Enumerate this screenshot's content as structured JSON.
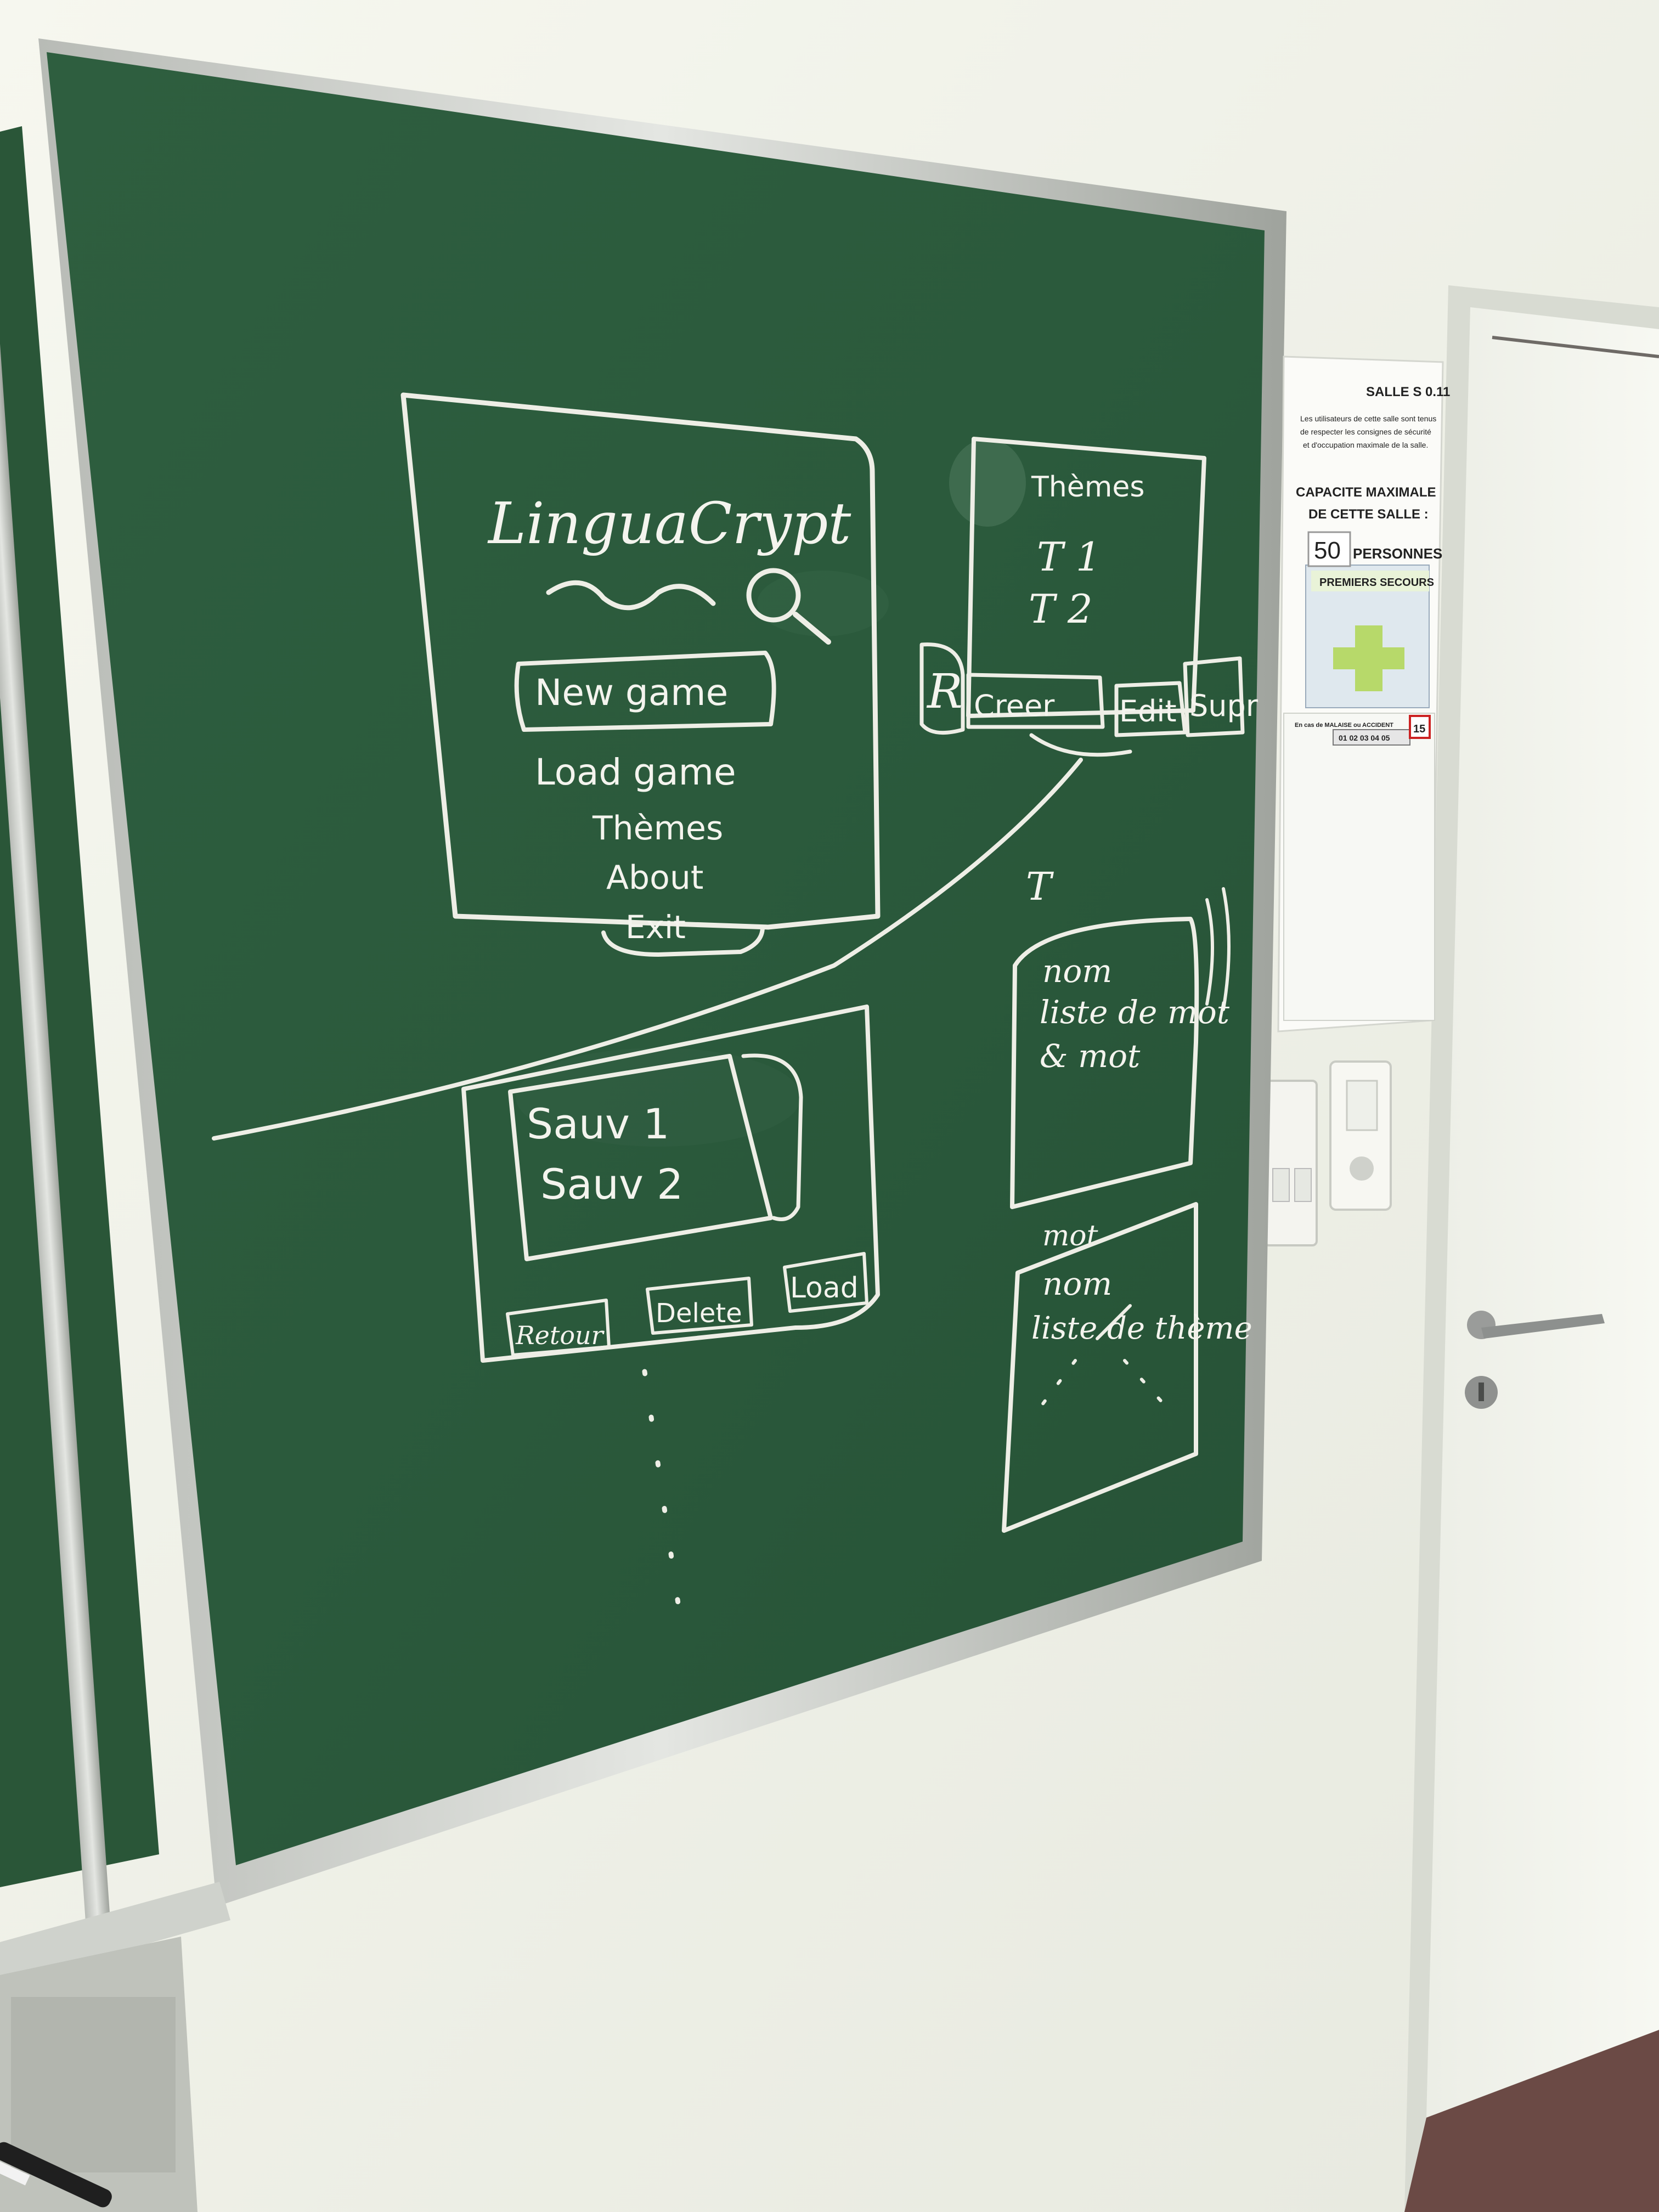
{
  "board": {
    "menu": {
      "title": "LinguaCrypt",
      "new_game": "New game",
      "load_game": "Load game",
      "themes": "Thèmes",
      "about": "About",
      "exit": "Exit"
    },
    "themes_panel": {
      "title": "Thèmes",
      "item1": "T 1",
      "item2": "T 2",
      "return": "R",
      "create": "Creer",
      "edit": "Edit",
      "delete": "Supr"
    },
    "save_panel": {
      "save1": "Sauv 1",
      "save2": "Sauv 2",
      "return": "Retour",
      "delete": "Delete",
      "load": "Load"
    },
    "edit_panel": {
      "marker": "T",
      "line1": "nom",
      "line2": "liste de mot",
      "line3": "& mot"
    },
    "create_panel": {
      "marker": "mot",
      "line1": "nom",
      "line2": "liste de thème"
    }
  },
  "sign": {
    "room": "SALLE S 0.11",
    "rules": [
      "Les utilisateurs de cette salle sont tenus",
      "de respecter les consignes de sécurité",
      "et d'occupation maximale de la salle."
    ],
    "capacity_heading_1": "CAPACITE MAXIMALE",
    "capacity_heading_2": "DE CETTE SALLE :",
    "capacity_value": "50",
    "capacity_unit": "PERSONNES",
    "first_aid": "PREMIERS SECOURS",
    "emergency_title": "En cas de MALAISE ou ACCIDENT",
    "emergency_number": "15",
    "phone": "01 02 03 04 05"
  }
}
